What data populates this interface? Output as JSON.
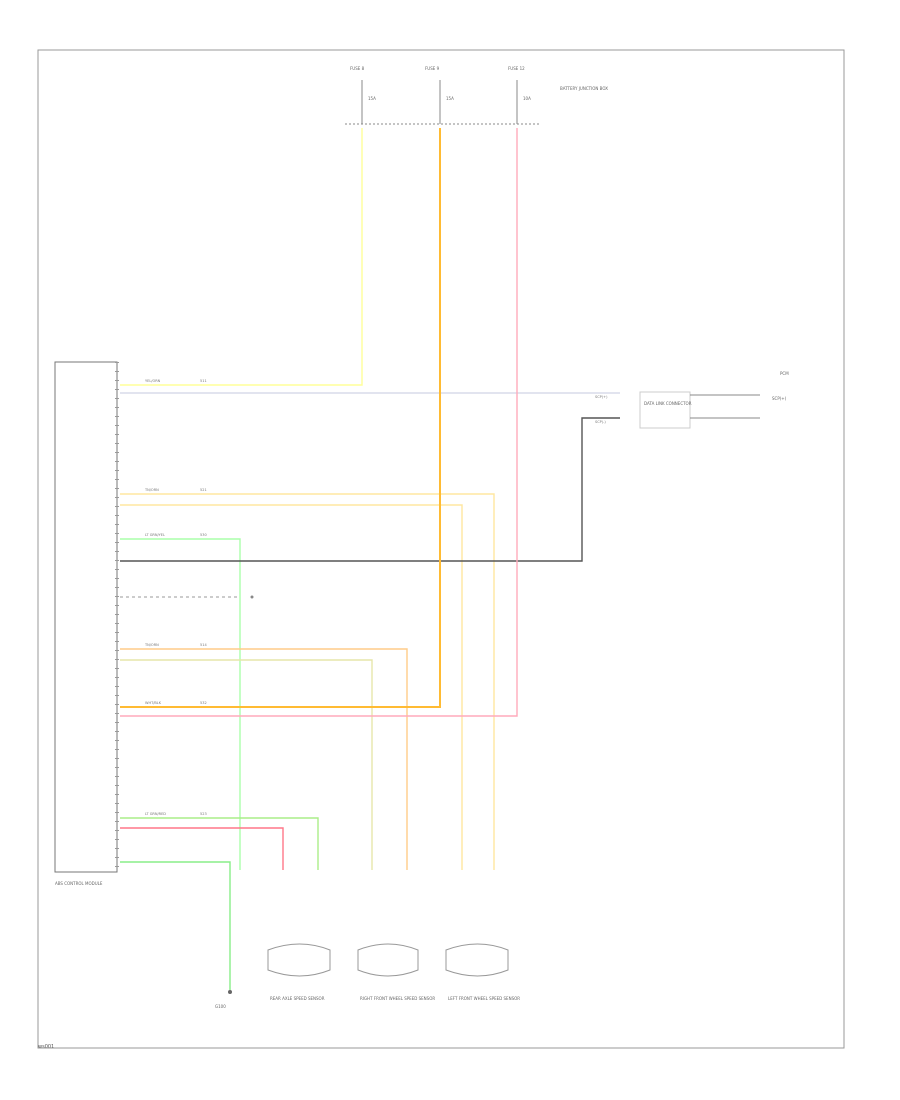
{
  "fuses": [
    {
      "name": "FUSE 8",
      "rating": "15A"
    },
    {
      "name": "FUSE 9",
      "rating": "15A"
    },
    {
      "name": "FUSE 12",
      "rating": "10A"
    }
  ],
  "fuse_box_label": "BATTERY JUNCTION BOX",
  "module_label": "ABS CONTROL MODULE",
  "ground_label": "G100",
  "sensors": [
    {
      "label": "REAR AXLE SPEED SENSOR"
    },
    {
      "label": "RIGHT FRONT WHEEL SPEED SENSOR"
    },
    {
      "label": "LEFT FRONT WHEEL SPEED SENSOR"
    }
  ],
  "dlc": {
    "label": "DATA LINK CONNECTOR",
    "pins": [
      "SCP(+)",
      "SCP(-)"
    ]
  },
  "side_note": "PCM",
  "side_note2": "SCP(+)",
  "figure_id": "ws001"
}
